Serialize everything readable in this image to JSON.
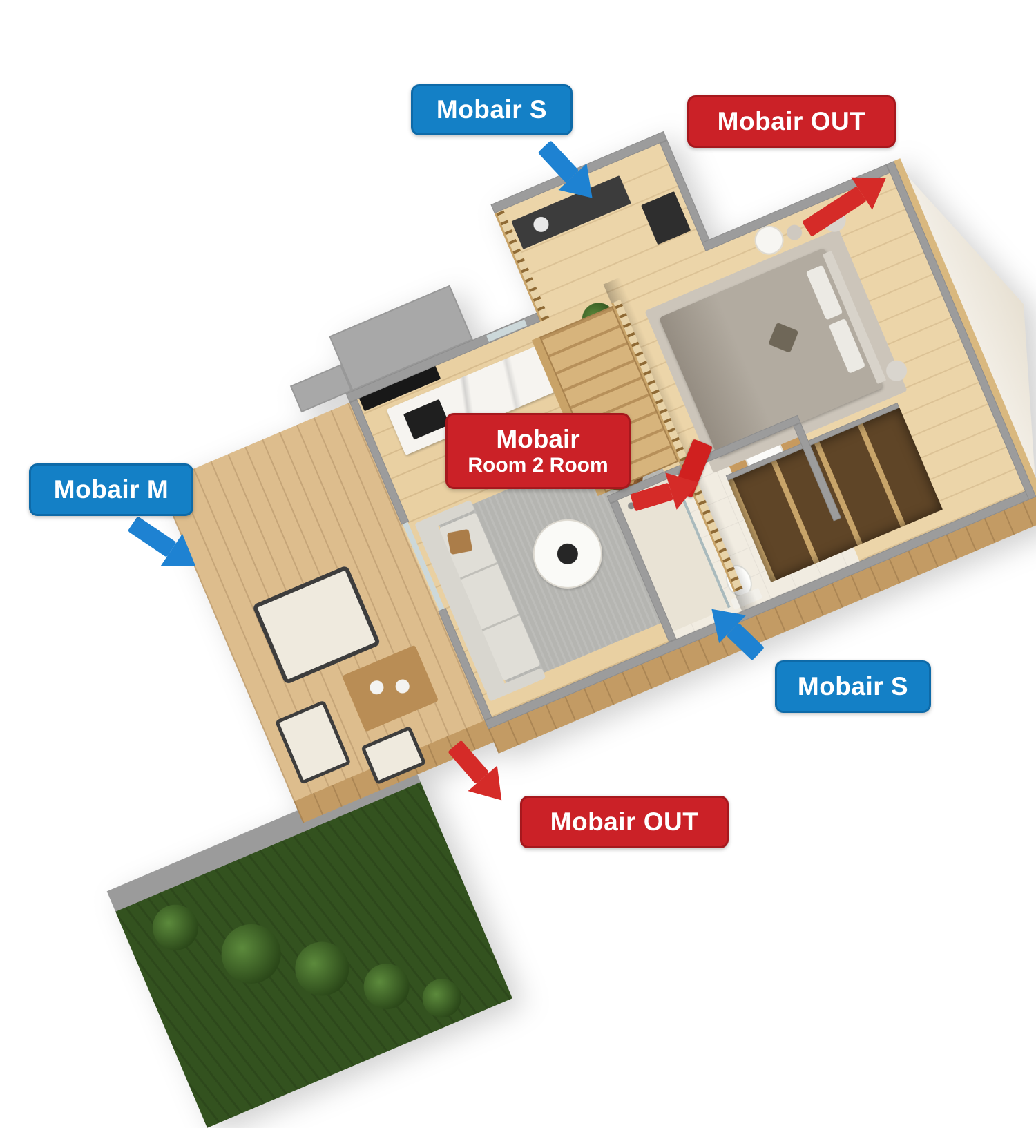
{
  "colors": {
    "badge_blue": "#1480c6",
    "badge_blue_border": "#0e6aa8",
    "badge_red": "#cb2127",
    "badge_red_border": "#a6181d",
    "arrow_blue": "#1e82d2",
    "arrow_red": "#d52b28",
    "device_red": "#d0201f"
  },
  "callouts": {
    "s_top": {
      "label": "Mobair S"
    },
    "out_top": {
      "label": "Mobair OUT"
    },
    "m_left": {
      "label": "Mobair M"
    },
    "room2room": {
      "line1": "Mobair",
      "line2": "Room 2 Room"
    },
    "s_right": {
      "label": "Mobair S"
    },
    "out_bottom": {
      "label": "Mobair OUT"
    }
  }
}
